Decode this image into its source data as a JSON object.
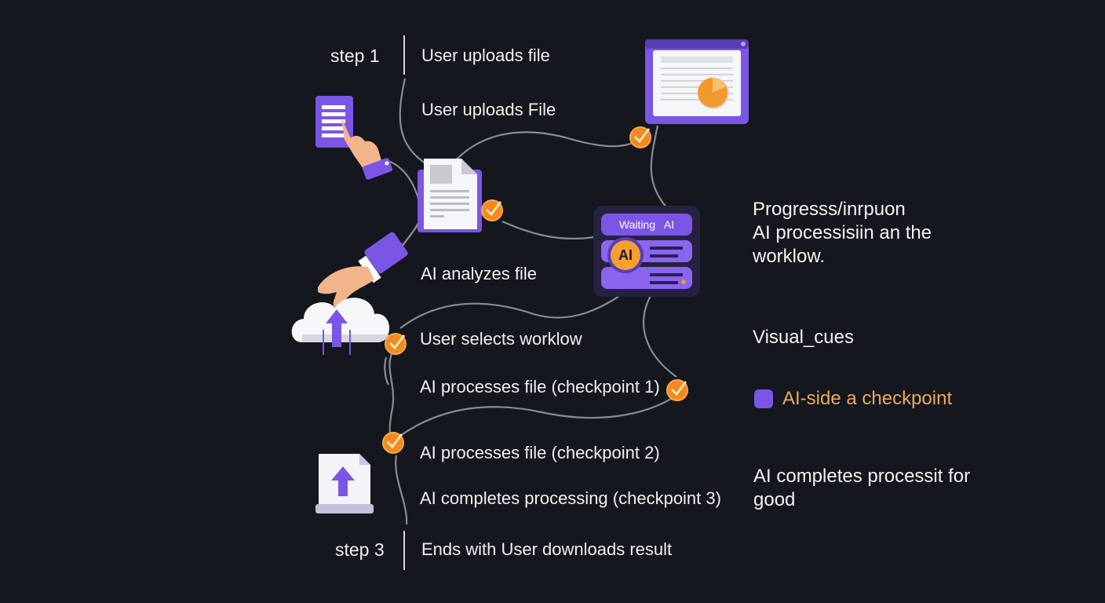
{
  "steps": {
    "start_label": "step 1",
    "end_label": "step 3"
  },
  "flow": [
    {
      "text": "User uploads file",
      "checkpoint": false
    },
    {
      "text": "User uploads File",
      "checkpoint": false
    },
    {
      "text": "AI analyzes file",
      "checkpoint": false
    },
    {
      "text": "User selects worklow",
      "checkpoint": true
    },
    {
      "text": "AI processes file (checkpoint 1)",
      "checkpoint": true
    },
    {
      "text": "AI processes file (checkpoint 2)",
      "checkpoint": true
    },
    {
      "text": "AI completes processing (checkpoint 3)",
      "checkpoint": false
    },
    {
      "text": "Ends with User downloads result",
      "checkpoint": false
    }
  ],
  "ai_card": {
    "header": "Waiting   AI",
    "badge": "AI"
  },
  "side_notes": {
    "progress": [
      "Progresss/inrpuon",
      "AI processisiin an the",
      "worklow."
    ],
    "visual_cues_title": "Visual_cues",
    "legend_label": "AI-side a checkpoint",
    "completion": [
      "AI completes processit for",
      "good"
    ]
  },
  "colors": {
    "background": "#14171d",
    "purple": "#7b55e6",
    "orange": "#f28a1e",
    "legend_text": "#f0a85a"
  },
  "icons": [
    "document-tap-icon",
    "document-icon",
    "report-chart-icon",
    "ai-server-icon",
    "cloud-upload-icon",
    "file-upload-icon",
    "check-icon"
  ]
}
